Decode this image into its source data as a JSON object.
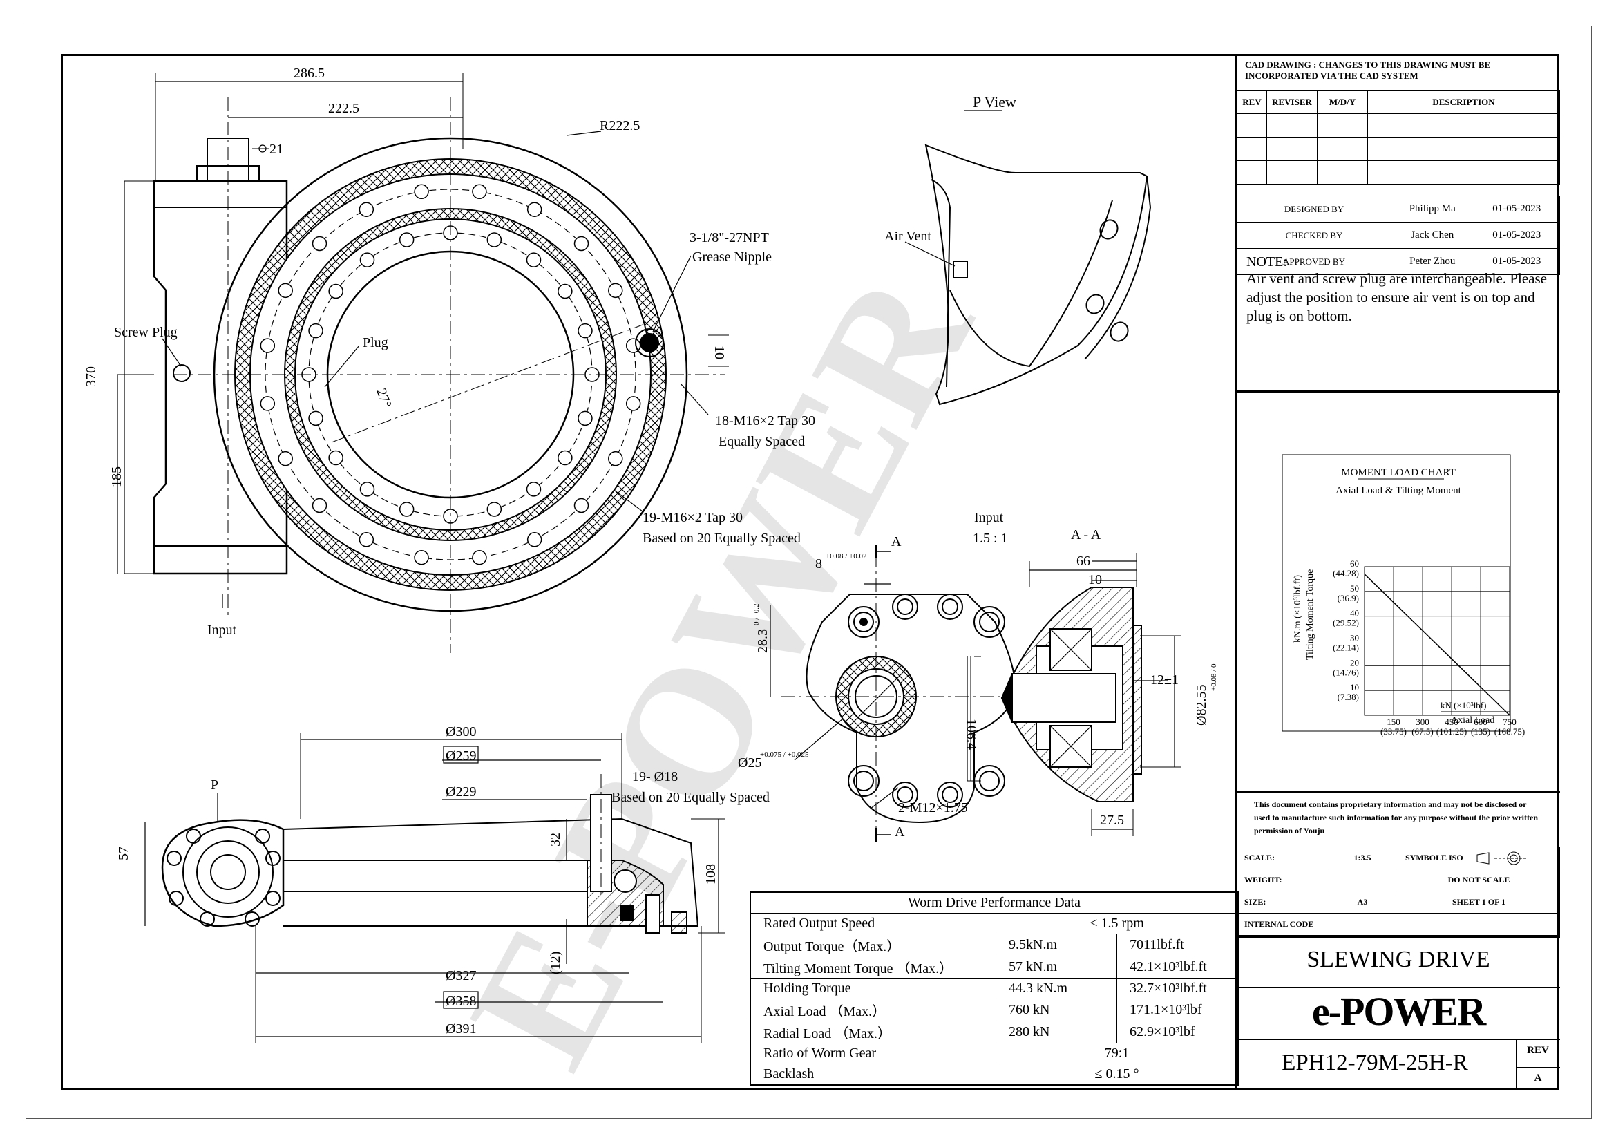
{
  "watermark": "E-POWER",
  "main_view": {
    "dim_286": "286.5",
    "dim_222": "222.5",
    "dim_r222": "R222.5",
    "dim_21": "21",
    "dim_370": "370",
    "dim_185": "185",
    "dim_10": "10",
    "angle_27": "27°",
    "label_grease": "3-1/8\"-27NPT",
    "label_grease2": "Grease Nipple",
    "label_screw_plug": "Screw Plug",
    "label_plug": "Plug",
    "label_tap18a": "18-M16×2 Tap 30",
    "label_tap18b": "Equally Spaced",
    "label_tap19a": "19-M16×2 Tap 30",
    "label_tap19b": "Based on 20 Equally Spaced",
    "label_input": "Input"
  },
  "p_view": {
    "title": "P View",
    "air_vent": "Air Vent"
  },
  "input_view": {
    "title": "Input",
    "scale": "1.5 : 1",
    "dim_8": "8",
    "dim_8_tol": "+0.08 / +0.02",
    "dim_28": "28.3",
    "dim_28_tol": "0 / -0.2",
    "dim_106": "106.4",
    "dim_25": "Ø25",
    "dim_25_tol": "+0.075 / +0.025",
    "label_m12": "2-M12×1.75",
    "section_a": "A"
  },
  "section_aa": {
    "title": "A - A",
    "dim_66": "66",
    "dim_10": "10",
    "dim_12": "12±1",
    "dim_82": "Ø82.55",
    "dim_82_tol": "+0.08 / 0",
    "dim_27": "27.5"
  },
  "side_view": {
    "p_label": "P",
    "d300": "Ø300",
    "d259": "Ø259",
    "d229": "Ø229",
    "holes": "19- Ø18",
    "holes2": "Based on 20 Equally Spaced",
    "dim_57": "57",
    "dim_32": "32",
    "dim_108": "108",
    "dim_12": "(12)",
    "d327": "Ø327",
    "d358": "Ø358",
    "d391": "Ø391"
  },
  "performance": {
    "title": "Worm Drive Performance Data",
    "rows": [
      {
        "label": "Rated Output Speed",
        "v1": "< 1.5 rpm",
        "v2": ""
      },
      {
        "label": "Output Torque（Max.）",
        "v1": "9.5kN.m",
        "v2": "7011lbf.ft"
      },
      {
        "label": "Tilting Moment Torque （Max.）",
        "v1": "57 kN.m",
        "v2": "42.1×10³lbf.ft"
      },
      {
        "label": "Holding Torque",
        "v1": "44.3 kN.m",
        "v2": "32.7×10³lbf.ft"
      },
      {
        "label": "Axial Load （Max.）",
        "v1": "760 kN",
        "v2": "171.1×10³lbf"
      },
      {
        "label": "Radial Load （Max.）",
        "v1": "280 kN",
        "v2": "62.9×10³lbf"
      },
      {
        "label": "Ratio of Worm Gear",
        "v1": "79:1",
        "v2": ""
      },
      {
        "label": "Backlash",
        "v1": "≤ 0.15 °",
        "v2": ""
      }
    ]
  },
  "title_block": {
    "cad_note": "CAD DRAWING : CHANGES TO THIS DRAWING MUST BE INCORPORATED VIA THE CAD SYSTEM",
    "rev_headers": [
      "REV",
      "REVISER",
      "M/D/Y",
      "DESCRIPTION"
    ],
    "designed_by_label": "DESIGNED BY",
    "designed_by": "Philipp Ma",
    "designed_date": "01-05-2023",
    "checked_by_label": "CHECKED BY",
    "checked_by": "Jack Chen",
    "checked_date": "01-05-2023",
    "approved_by_label": "APPROVED BY",
    "approved_by": "Peter Zhou",
    "approved_date": "01-05-2023",
    "note_label": "NOTE:",
    "note_text": "Air vent and screw plug are interchangeable. Please adjust the position to ensure air vent is on top and plug is on bottom.",
    "proprietary": "This document contains proprietary information and may not be disclosed or used to manufacture such information for any purpose without the prior written permission of Youju",
    "scale_label": "SCALE:",
    "scale": "1:3.5",
    "symbol_label": "SYMBOLE ISO",
    "weight_label": "WEIGHT:",
    "do_not_scale": "DO NOT SCALE",
    "size_label": "SIZE:",
    "size": "A3",
    "sheet": "SHEET   1   OF   1",
    "internal_code": "INTERNAL CODE",
    "product_name": "SLEWING DRIVE",
    "brand": "e-POWER",
    "part_number": "EPH12-79M-25H-R",
    "rev_label": "REV",
    "rev": "A"
  },
  "chart_data": {
    "type": "line",
    "title": "MOMENT LOAD CHART",
    "subtitle": "Axial Load & Tilting Moment",
    "xlabel": "kN   (×10³lbf)",
    "xlabel2": "Axial Load",
    "ylabel": "kN.m  (×10³lbf.ft)",
    "ylabel2": "Tilting Moment Torque",
    "x_ticks": [
      "150\n(33.75)",
      "300\n(67.5)",
      "450\n(101.25)",
      "600\n(135)",
      "750\n(168.75)"
    ],
    "y_ticks": [
      "10\n(7.38)",
      "20\n(14.76)",
      "30\n(22.14)",
      "40\n(29.52)",
      "50\n(36.9)",
      "60\n(44.28)"
    ],
    "xlim": [
      0,
      750
    ],
    "ylim": [
      0,
      60
    ],
    "series": [
      {
        "x": [
          0,
          760
        ],
        "y": [
          57,
          0
        ]
      }
    ]
  }
}
